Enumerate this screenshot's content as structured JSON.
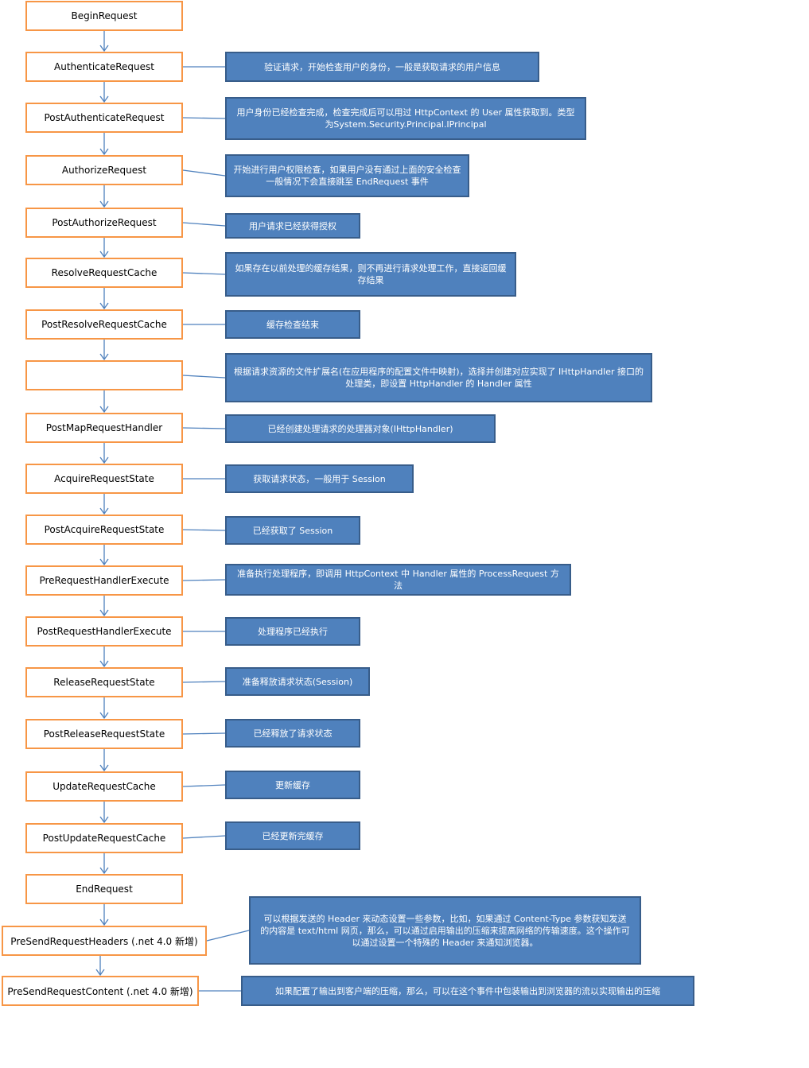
{
  "colors": {
    "event_border": "#f79646",
    "note_fill": "#4f81bd",
    "note_border": "#385d8a",
    "arrow": "#4f81bd"
  },
  "events": [
    {
      "label": "BeginRequest"
    },
    {
      "label": "AuthenticateRequest"
    },
    {
      "label": "PostAuthenticateRequest"
    },
    {
      "label": "AuthorizeRequest"
    },
    {
      "label": "PostAuthorizeRequest"
    },
    {
      "label": "ResolveRequestCache"
    },
    {
      "label": "PostResolveRequestCache"
    },
    {
      "label": ""
    },
    {
      "label": "PostMapRequestHandler"
    },
    {
      "label": "AcquireRequestState"
    },
    {
      "label": "PostAcquireRequestState"
    },
    {
      "label": "PreRequestHandlerExecute"
    },
    {
      "label": "PostRequestHandlerExecute"
    },
    {
      "label": "ReleaseRequestState"
    },
    {
      "label": "PostReleaseRequestState"
    },
    {
      "label": "UpdateRequestCache"
    },
    {
      "label": "PostUpdateRequestCache"
    },
    {
      "label": "EndRequest"
    },
    {
      "label": "PreSendRequestHeaders (.net 4.0 新增)"
    },
    {
      "label": "PreSendRequestContent (.net 4.0 新增)"
    }
  ],
  "notes": [
    {
      "text": "验证请求，开始检查用户的身份，一般是获取请求的用户信息"
    },
    {
      "text": "用户身份已经检查完成，检查完成后可以用过 HttpContext 的 User 属性获取到。类型为System.Security.Principal.IPrincipal"
    },
    {
      "text": "开始进行用户权限检查，如果用户没有通过上面的安全检查一般情况下会直接跳至 EndRequest 事件"
    },
    {
      "text": "用户请求已经获得授权"
    },
    {
      "text": "如果存在以前处理的缓存结果，则不再进行请求处理工作，直接返回缓存结果"
    },
    {
      "text": "缓存检查结束"
    },
    {
      "text": "根据请求资源的文件扩展名(在应用程序的配置文件中映射)，选择并创建对应实现了 IHttpHandler 接口的处理类，即设置 HttpHandler 的 Handler 属性"
    },
    {
      "text": "已经创建处理请求的处理器对象(IHttpHandler)"
    },
    {
      "text": "获取请求状态，一般用于 Session"
    },
    {
      "text": "已经获取了 Session"
    },
    {
      "text": "准备执行处理程序，即调用 HttpContext 中 Handler 属性的 ProcessRequest 方法"
    },
    {
      "text": "处理程序已经执行"
    },
    {
      "text": "准备释放请求状态(Session)"
    },
    {
      "text": "已经释放了请求状态"
    },
    {
      "text": "更新缓存"
    },
    {
      "text": "已经更新完缓存"
    },
    {
      "text": "可以根据发送的 Header 来动态设置一些参数，比如，如果通过 Content-Type 参数获知发送的内容是 text/html 网页，那么，可以通过启用输出的压缩来提高网络的传输速度。这个操作可以通过设置一个特殊的 Header 来通知浏览器。"
    },
    {
      "text": "如果配置了输出到客户端的压缩，那么，可以在这个事件中包装输出到浏览器的流以实现输出的压缩"
    }
  ]
}
